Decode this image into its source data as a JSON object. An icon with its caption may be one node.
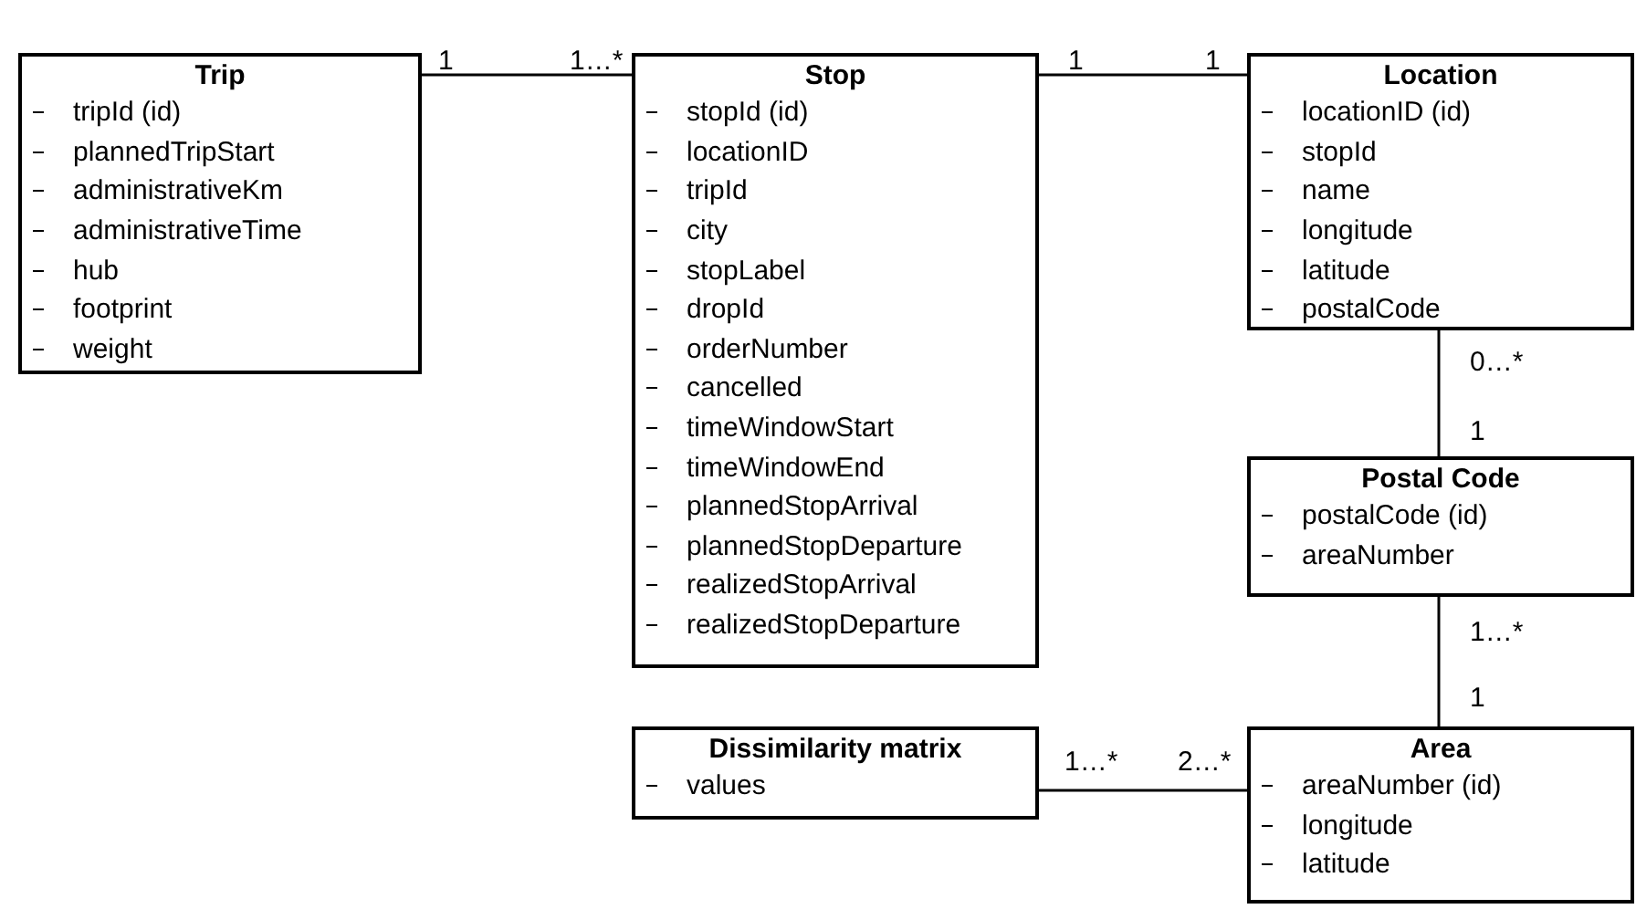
{
  "diagram": {
    "nodes": [
      {
        "text": [
          "Trip",
          "tripId (id)",
          "plannedTripStart",
          "administrativeKm",
          "administrativeTime",
          "hub",
          "footprint",
          "weight"
        ]
      },
      {
        "text": [
          "Stop",
          "stopId (id)",
          "locationID",
          "tripId",
          "city",
          "stopLabel",
          "dropId",
          "orderNumber",
          "cancelled",
          "timeWindowStart",
          "timeWindowEnd",
          "plannedStopArrival",
          "plannedStopDeparture",
          "realizedStopArrival",
          "realizedStopDeparture"
        ]
      },
      {
        "text": [
          "Location",
          "locationID (id)",
          "stopId",
          "name",
          "longitude",
          "latitude",
          "postalCode"
        ]
      },
      {
        "text": [
          "Postal Code",
          "postalCode (id)",
          "areaNumber"
        ]
      },
      {
        "text": [
          "Dissimilarity matrix",
          "values"
        ]
      },
      {
        "text": [
          "Area",
          "areaNumber (id)",
          "longitude",
          "latitude"
        ]
      }
    ],
    "edges": [
      {
        "from": 0,
        "to": 1,
        "arrow": "none"
      },
      {
        "from": 1,
        "to": 2,
        "arrow": "none"
      },
      {
        "from": 2,
        "to": 3,
        "arrow": "none"
      },
      {
        "from": 3,
        "to": 5,
        "arrow": "none"
      },
      {
        "from": 4,
        "to": 5,
        "arrow": "none"
      }
    ],
    "labels": [
      "1",
      "1…*",
      "1",
      "1",
      "0…*",
      "1",
      "1…*",
      "1",
      "1…*",
      "2…*"
    ]
  }
}
